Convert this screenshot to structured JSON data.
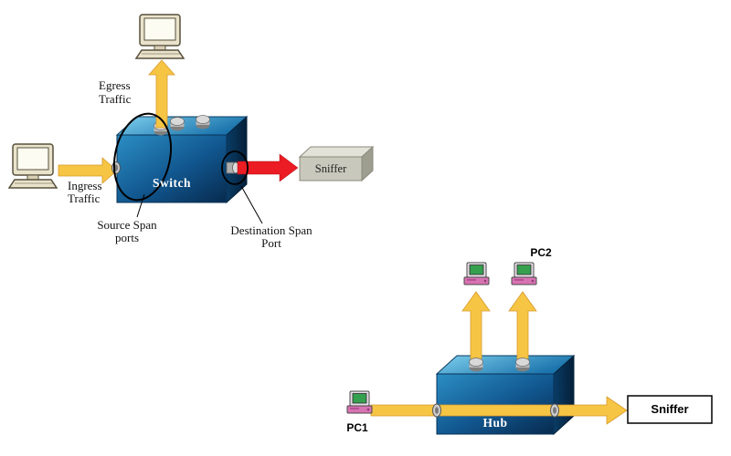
{
  "colors": {
    "traffic_arrow": "#F6C544",
    "sniffer_arrow": "#EC1C24",
    "device_blue": "#11568E",
    "annotation_black": "#000000"
  },
  "span_diagram": {
    "egress": {
      "line1": "Egress",
      "line2": "Traffic"
    },
    "ingress": {
      "line1": "Ingress",
      "line2": "Traffic"
    },
    "switch_label": "Switch",
    "sniffer_label": "Sniffer",
    "source_span": {
      "line1": "Source Span",
      "line2": "ports"
    },
    "destination_span": {
      "line1": "Destination Span",
      "line2": "Port"
    }
  },
  "hub_diagram": {
    "hub_label": "Hub",
    "pc1_label": "PC1",
    "pc2_label": "PC2",
    "sniffer_label": "Sniffer"
  }
}
